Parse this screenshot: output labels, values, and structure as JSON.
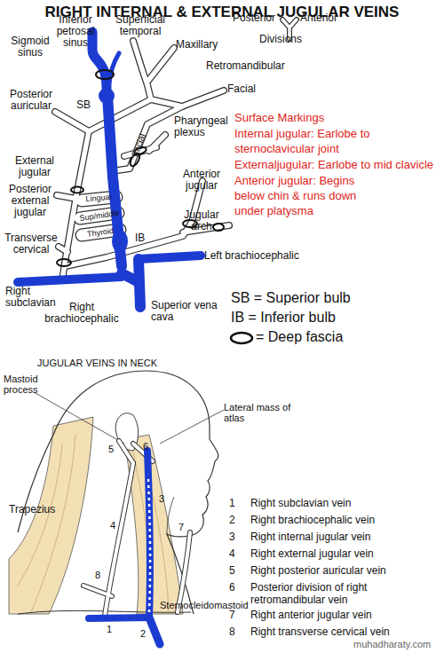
{
  "diagram": {
    "title": "RIGHT INTERNAL & EXTERNAL JUGULAR VEINS",
    "labels": [
      "Inferior petrosal sinus",
      "Superficial temporal",
      "Posterior",
      "Anterior",
      "Divisions",
      "Maxillary",
      "Retromandibular",
      "Sigmoid sinus",
      "Facial",
      "Posterior auricular",
      "SB",
      "Pharyngeal plexus",
      "Facial",
      "External jugular",
      "Lingual",
      "Sup/middle",
      "Thyroid",
      "Anterior jugular",
      "Posterior external jugular",
      "Jugular arch",
      "IB",
      "Transverse cervical",
      "Left brachiocephalic",
      "Right subclavian",
      "Right brachiocephalic",
      "Superior vena cava",
      "Surface Markings",
      "Internal jugular: Earlobe to sternoclavicular joint",
      "Externaljugular: Earlobe to mid clavicle",
      "Anterior jugular: Begins below chin & runs down under platysma",
      "SB = Superior bulb",
      "IB = Inferior bulb",
      "JUGULAR VEINS IN NECK",
      "Mastoid process",
      "Lateral mass of atlas",
      "5",
      "6",
      "3",
      "Trapezius",
      "4",
      "7",
      "8",
      "Sternocleidomastoid",
      "1",
      "2",
      "1",
      "Right subclavian vein",
      "2",
      "Right brachiocephalic vein",
      "3",
      "Right internal jugular vein",
      "4",
      "Right external jugular vein",
      "5",
      "Right posterior auricular vein",
      "6",
      "Posterior division of right retromandibular vein",
      "7",
      "Right anterior jugular vein",
      "8",
      "Right transverse cervical vein",
      "muhadharaty.com"
    ],
    "legend": [
      {
        "text": "= Deep fascia"
      }
    ]
  }
}
